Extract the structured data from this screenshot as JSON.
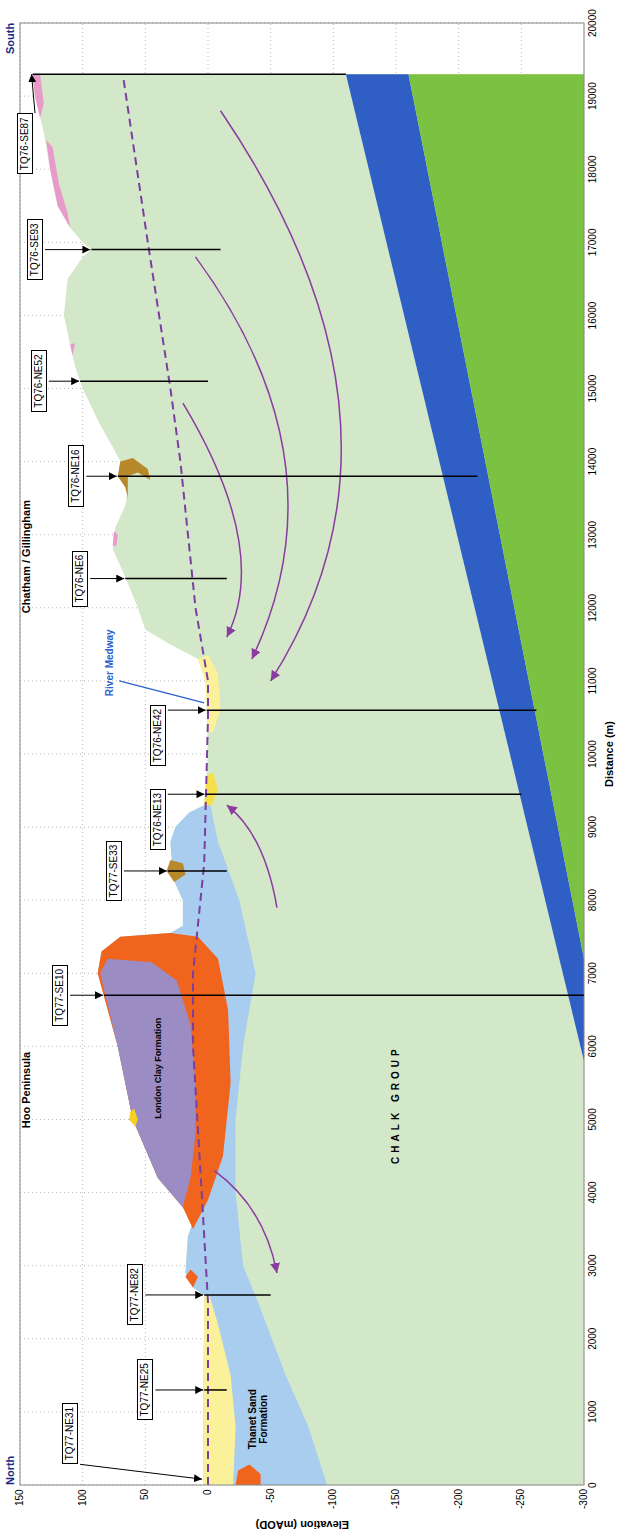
{
  "diagram": {
    "nodes": [
      {
        "text": [
          "TQ77-NE31"
        ]
      },
      {
        "text": [
          "TQ77-NE25"
        ]
      },
      {
        "text": [
          "TQ77-NE82"
        ]
      },
      {
        "text": [
          "TQ77-SE10"
        ]
      },
      {
        "text": [
          "TQ77-SE33"
        ]
      },
      {
        "text": [
          "TQ76-NE13"
        ]
      },
      {
        "text": [
          "TQ76-NE42"
        ]
      },
      {
        "text": [
          "TQ76-NE6"
        ]
      },
      {
        "text": [
          "TQ76-NE16"
        ]
      },
      {
        "text": [
          "TQ76-NE52"
        ]
      },
      {
        "text": [
          "TQ76-SE93"
        ]
      },
      {
        "text": [
          "TQ76-SE87"
        ]
      }
    ],
    "labels": [
      "0",
      "1000",
      "2000",
      "3000",
      "4000",
      "5000",
      "6000",
      "7000",
      "8000",
      "9000",
      "10000",
      "11000",
      "12000",
      "13000",
      "14000",
      "15000",
      "16000",
      "17000",
      "18000",
      "19000",
      "20000",
      "150",
      "100",
      "50",
      "0",
      "-50",
      "-100",
      "-150",
      "-200",
      "-250",
      "-300",
      "North",
      "South",
      "Hoo Peninsula",
      "Chatham / Gillingham",
      "River Medway",
      "London Clay Formation",
      "CHALK GROUP",
      "Thanet Sand Formation",
      "Elevation (mAOD)",
      "Distance (m)"
    ]
  }
}
